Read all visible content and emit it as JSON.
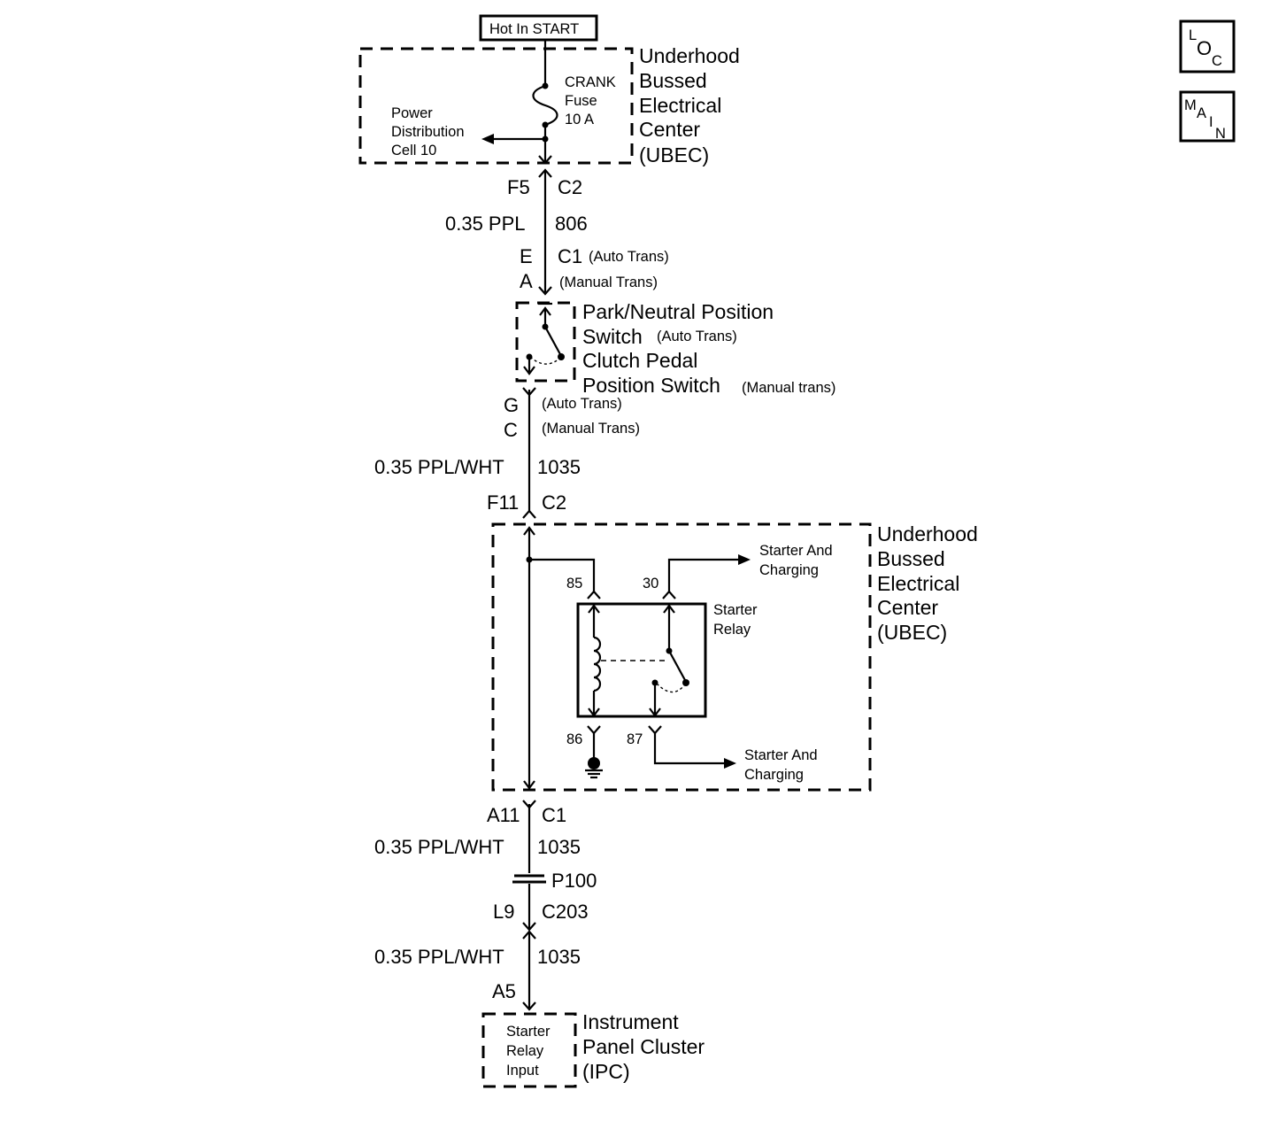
{
  "nav": {
    "loc_letters": [
      "L",
      "O",
      "C"
    ],
    "main_letters": [
      "M",
      "A",
      "I",
      "N"
    ]
  },
  "power": {
    "label": "Hot In START"
  },
  "ubec_top": {
    "lines": [
      "Underhood",
      "Bussed",
      "Electrical",
      "Center",
      "(UBEC)"
    ],
    "fuse_lines": [
      "CRANK",
      "Fuse",
      "10 A"
    ],
    "pdc_lines": [
      "Power",
      "Distribution",
      "Cell 10"
    ]
  },
  "wire_806": {
    "pin": "F5",
    "connector": "C2",
    "gauge_color": "0.35 PPL",
    "circuit": "806",
    "pin_auto": "E",
    "connector_auto": "C1",
    "note_auto": "(Auto Trans)",
    "pin_manual": "A",
    "note_manual": "(Manual Trans)"
  },
  "switch": {
    "line1": "Park/Neutral Position",
    "line2": "Switch",
    "line2_note": "(Auto Trans)",
    "line3": "Clutch Pedal",
    "line4": "Position Switch",
    "line4_note": "(Manual trans)"
  },
  "wire_1035_a": {
    "pin_auto": "G",
    "note_auto": "(Auto Trans)",
    "pin_manual": "C",
    "note_manual": "(Manual Trans)",
    "gauge_color": "0.35 PPL/WHT",
    "circuit": "1035",
    "pin": "F11",
    "connector": "C2"
  },
  "ubec_relay": {
    "lines": [
      "Underhood",
      "Bussed",
      "Electrical",
      "Center",
      "(UBEC)"
    ],
    "relay_lines": [
      "Starter",
      "Relay"
    ],
    "term_85": "85",
    "term_30": "30",
    "term_86": "86",
    "term_87": "87",
    "out_30_lines": [
      "Starter And",
      "Charging"
    ],
    "out_87_lines": [
      "Starter And",
      "Charging"
    ]
  },
  "wire_1035_b": {
    "pin": "A11",
    "connector": "C1",
    "gauge_color": "0.35 PPL/WHT",
    "circuit": "1035",
    "splice": "P100",
    "pin2": "L9",
    "connector2": "C203"
  },
  "wire_1035_c": {
    "gauge_color": "0.35 PPL/WHT",
    "circuit": "1035",
    "pin": "A5"
  },
  "ipc": {
    "lines": [
      "Instrument",
      "Panel Cluster",
      "(IPC)"
    ],
    "input_lines": [
      "Starter",
      "Relay",
      "Input"
    ]
  }
}
